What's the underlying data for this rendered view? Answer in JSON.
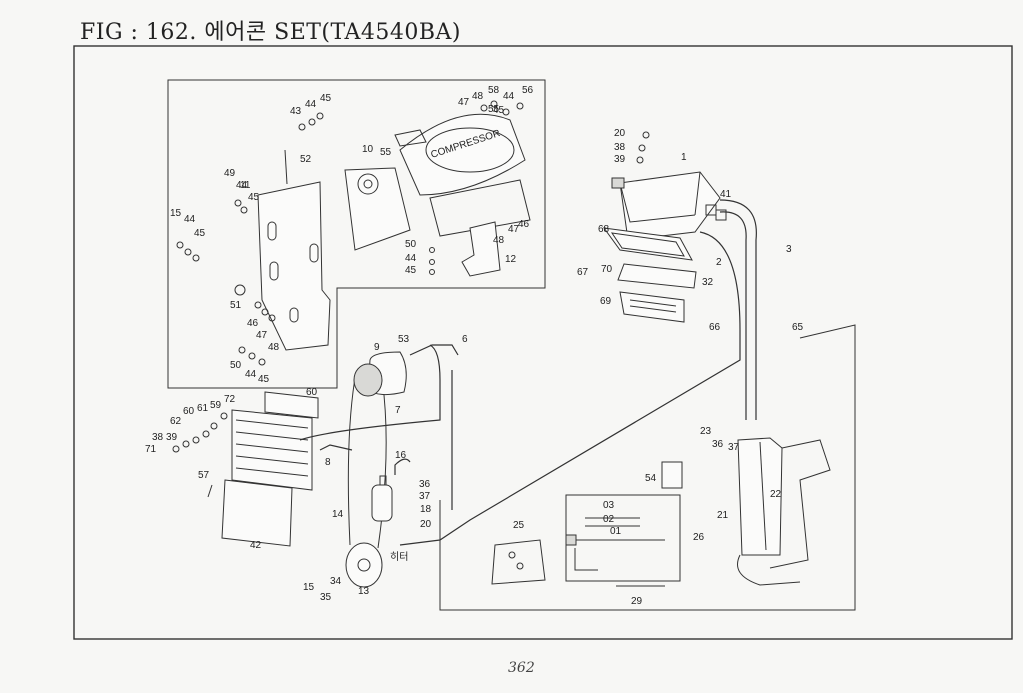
{
  "header": {
    "title": "FIG : 162. 에어콘 SET(TA4540BA)"
  },
  "footer": {
    "page_number": "362"
  },
  "diagram": {
    "inset_text": {
      "compressor": "COMPRESSOR"
    },
    "inline_text": {
      "heater_label": "히터"
    },
    "part_numbers": {
      "p1": "1",
      "p2": "2",
      "p3": "3",
      "p6": "6",
      "p7": "7",
      "p8": "8",
      "p9": "9",
      "p10": "10",
      "p11": "11",
      "p12": "12",
      "p13": "13",
      "p14": "14",
      "p15a": "15",
      "p15b": "15",
      "p16": "16",
      "p18": "18",
      "p20a": "20",
      "p20b": "20",
      "p21": "21",
      "p22": "22",
      "p23": "23",
      "p25": "25",
      "p26": "26",
      "p29": "29",
      "p32": "32",
      "p34": "34",
      "p35": "35",
      "p36a": "36",
      "p36b": "36",
      "p37a": "37",
      "p37b": "37",
      "p38a": "38",
      "p38b": "38",
      "p39a": "39",
      "p39b": "39",
      "p41": "41",
      "p42": "42",
      "p43": "43",
      "p44a": "44",
      "p44b": "44",
      "p44c": "44",
      "p44d": "44",
      "p44e": "44",
      "p44f": "44",
      "p45a": "45",
      "p45b": "45",
      "p45c": "45",
      "p45d": "45",
      "p45e": "45",
      "p45f": "45",
      "p46a": "46",
      "p46b": "46",
      "p47a": "47",
      "p47b": "47",
      "p47c": "47",
      "p48a": "48",
      "p48b": "48",
      "p48c": "48",
      "p49": "49",
      "p50a": "50",
      "p50b": "50",
      "p51": "51",
      "p52": "52",
      "p53": "53",
      "p54": "54",
      "p55a": "55",
      "p55b": "55",
      "p56": "56",
      "p57": "57",
      "p58": "58",
      "p59": "59",
      "p60a": "60",
      "p60b": "60",
      "p61": "61",
      "p62": "62",
      "p65": "65",
      "p66": "66",
      "p67": "67",
      "p68": "68",
      "p69": "69",
      "p70": "70",
      "p71": "71",
      "p72": "72",
      "p01": "01",
      "p02": "02",
      "p03": "03"
    }
  }
}
